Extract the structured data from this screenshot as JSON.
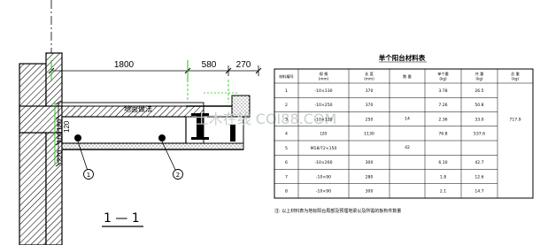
{
  "drawing": {
    "section_label": "1 — 1",
    "floor_label": "地面做法",
    "dims_top": [
      "1800",
      "580",
      "270"
    ],
    "dims_vert": [
      "220",
      "100",
      "180",
      "120"
    ],
    "callouts": [
      "1",
      "2"
    ],
    "watermark": "土木在线 COI88.COM"
  },
  "table": {
    "title": "单个阳台材料表",
    "headers": [
      "材料编号",
      "规 格 (mm)",
      "长 度 (mm)",
      "数 量",
      "单个重 (kg)",
      "共 重 (kg)",
      "总 重 (kg)"
    ],
    "rows": [
      [
        "1",
        "-10×130",
        "370",
        "",
        "3.78",
        "26.5",
        ""
      ],
      [
        "2",
        "-10×250",
        "370",
        "",
        "7.26",
        "50.8",
        ""
      ],
      [
        "3",
        "-10×120",
        "250",
        "14",
        "2.36",
        "33.0",
        "717.9"
      ],
      [
        "4",
        "[20",
        "1130",
        "",
        "76.8",
        "537.6",
        ""
      ],
      [
        "5",
        "M18/72×150",
        "",
        "42",
        "",
        "",
        ""
      ],
      [
        "6",
        "-10×260",
        "300",
        "",
        "6.10",
        "42.7",
        ""
      ],
      [
        "7",
        "-10×90",
        "280",
        "",
        "1.8",
        "12.6",
        ""
      ],
      [
        "8",
        "-10×90",
        "300",
        "",
        "2.1",
        "14.7",
        ""
      ]
    ],
    "note": "注: 以上材料表为地标阳台局部及预埋地梁以及所需的板构件数量"
  }
}
